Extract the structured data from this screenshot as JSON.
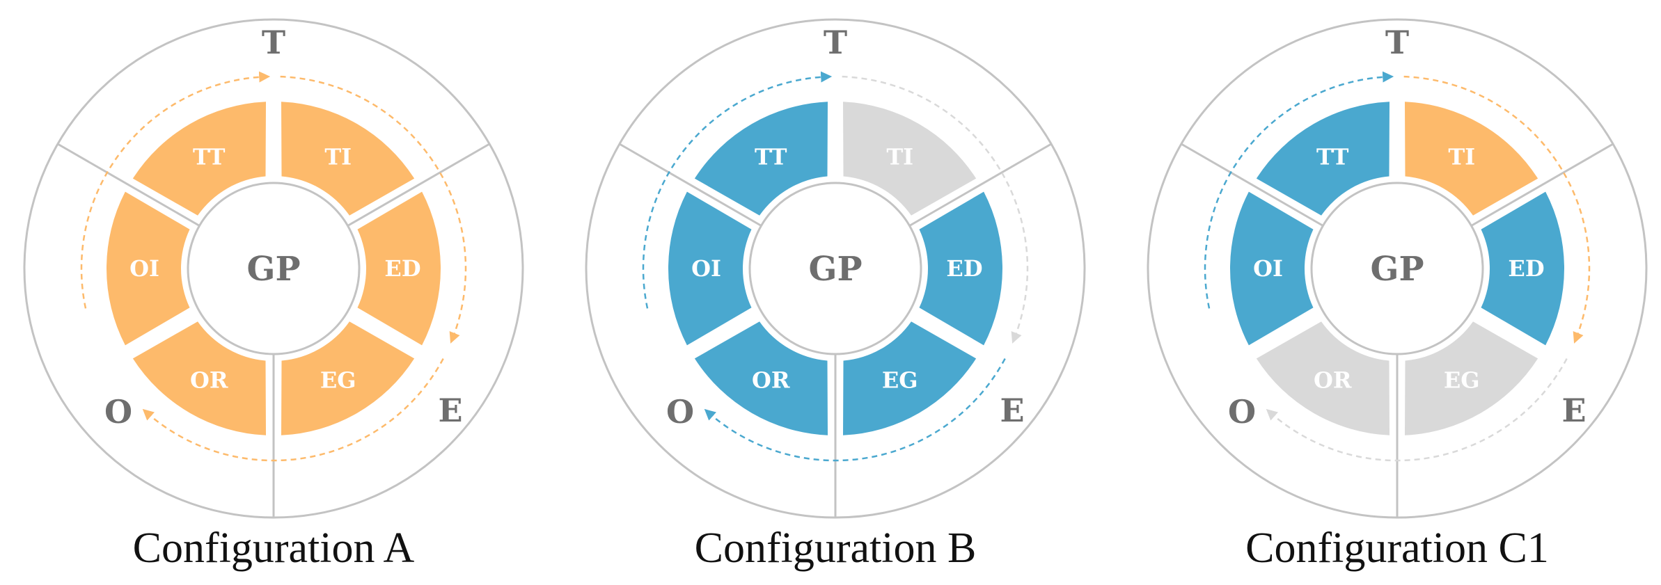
{
  "colors": {
    "orange": "#FDBA6B",
    "blue": "#4AA8CF",
    "gray": "#D9D9D9",
    "line": "#C3C3C3",
    "letter": "#6E6E6E"
  },
  "configurations": [
    {
      "caption": "Configuration A",
      "center": "GP",
      "sector_letters": {
        "top": "T",
        "right": "E",
        "left": "O"
      },
      "segments": [
        {
          "label": "TT",
          "color": "orange"
        },
        {
          "label": "TI",
          "color": "orange"
        },
        {
          "label": "ED",
          "color": "orange"
        },
        {
          "label": "EG",
          "color": "orange"
        },
        {
          "label": "OR",
          "color": "orange"
        },
        {
          "label": "OI",
          "color": "orange"
        }
      ],
      "arrows": [
        {
          "from": "O",
          "to": "T",
          "color": "orange"
        },
        {
          "from": "T",
          "to": "E",
          "color": "orange"
        },
        {
          "from": "E",
          "to": "O",
          "color": "orange"
        }
      ]
    },
    {
      "caption": "Configuration B",
      "center": "GP",
      "sector_letters": {
        "top": "T",
        "right": "E",
        "left": "O"
      },
      "segments": [
        {
          "label": "TT",
          "color": "blue"
        },
        {
          "label": "TI",
          "color": "gray"
        },
        {
          "label": "ED",
          "color": "blue"
        },
        {
          "label": "EG",
          "color": "blue"
        },
        {
          "label": "OR",
          "color": "blue"
        },
        {
          "label": "OI",
          "color": "blue"
        }
      ],
      "arrows": [
        {
          "from": "O",
          "to": "T",
          "color": "blue"
        },
        {
          "from": "T",
          "to": "E",
          "color": "gray"
        },
        {
          "from": "E",
          "to": "O",
          "color": "blue"
        }
      ]
    },
    {
      "caption": "Configuration C1",
      "center": "GP",
      "sector_letters": {
        "top": "T",
        "right": "E",
        "left": "O"
      },
      "segments": [
        {
          "label": "TT",
          "color": "blue"
        },
        {
          "label": "TI",
          "color": "orange"
        },
        {
          "label": "ED",
          "color": "blue"
        },
        {
          "label": "EG",
          "color": "gray"
        },
        {
          "label": "OR",
          "color": "gray"
        },
        {
          "label": "OI",
          "color": "blue"
        }
      ],
      "arrows": [
        {
          "from": "O",
          "to": "T",
          "color": "blue"
        },
        {
          "from": "T",
          "to": "E",
          "color": "orange"
        },
        {
          "from": "E",
          "to": "O",
          "color": "gray"
        }
      ]
    }
  ]
}
